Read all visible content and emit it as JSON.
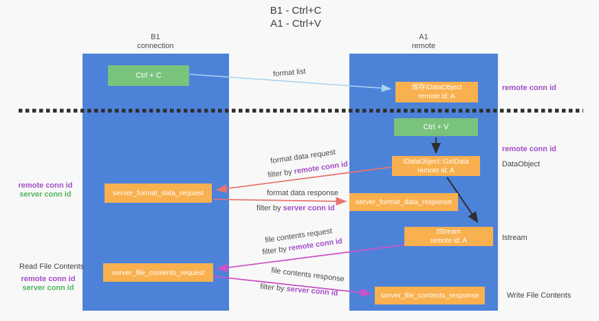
{
  "title": {
    "line1": "B1 - Ctrl+C",
    "line2": "A1 - Ctrl+V"
  },
  "columns": {
    "left": {
      "name": "B1",
      "role": "connection"
    },
    "right": {
      "name": "A1",
      "role": "remote"
    }
  },
  "boxes": {
    "ctrl_c": {
      "label": "Ctrl + C"
    },
    "ctrl_v": {
      "label": "Ctrl + V"
    },
    "save_idataobject": {
      "line1": "保存IDataObject",
      "line2": "remote id: A"
    },
    "getdata": {
      "line1": "IDataObject::GetData",
      "line2": "remote id: A"
    },
    "istream": {
      "line1": "IStream",
      "line2": "remote id: A"
    },
    "format_request": {
      "label": "server_format_data_request"
    },
    "format_response": {
      "label": "server_format_data_response"
    },
    "file_request": {
      "label": "server_file_contents_request"
    },
    "file_response": {
      "label": "server_file_contents_response"
    }
  },
  "flow_labels": {
    "format_list": "format list",
    "format_request": {
      "line1": "format data request",
      "filter_prefix": "filter by ",
      "filter_key": "remote conn id"
    },
    "format_response": {
      "line1": "format data response",
      "filter_prefix": "filter by ",
      "filter_key": "server conn id"
    },
    "file_request": {
      "line1": "file contents request",
      "filter_prefix": "filter by ",
      "filter_key": "remote conn id"
    },
    "file_response": {
      "line1": "file contents response",
      "filter_prefix": "filter by ",
      "filter_key": "server conn id"
    }
  },
  "side_labels": {
    "remote_conn_top": "remote conn id",
    "remote_conn_mid": "remote conn id",
    "dataobject": "DataObject",
    "istream": "Istream",
    "write_file": "Write File Contents",
    "read_file": "Read File Contents",
    "format_pair": {
      "remote": "remote conn id",
      "server": "server conn id"
    },
    "file_pair": {
      "remote": "remote conn id",
      "server": "server conn id"
    }
  },
  "colors": {
    "column_blue": "#4d82d9",
    "box_orange": "#f9b04e",
    "box_green": "#7ac37d",
    "arrow_salmon": "#e8736f",
    "arrow_magenta": "#cd53c6",
    "arrow_lightblue": "#a8d3f2",
    "arrow_black": "#2f2f2f",
    "text_purple": "#a24dc7",
    "text_green": "#52b65f",
    "background": "#f8f8f8"
  }
}
